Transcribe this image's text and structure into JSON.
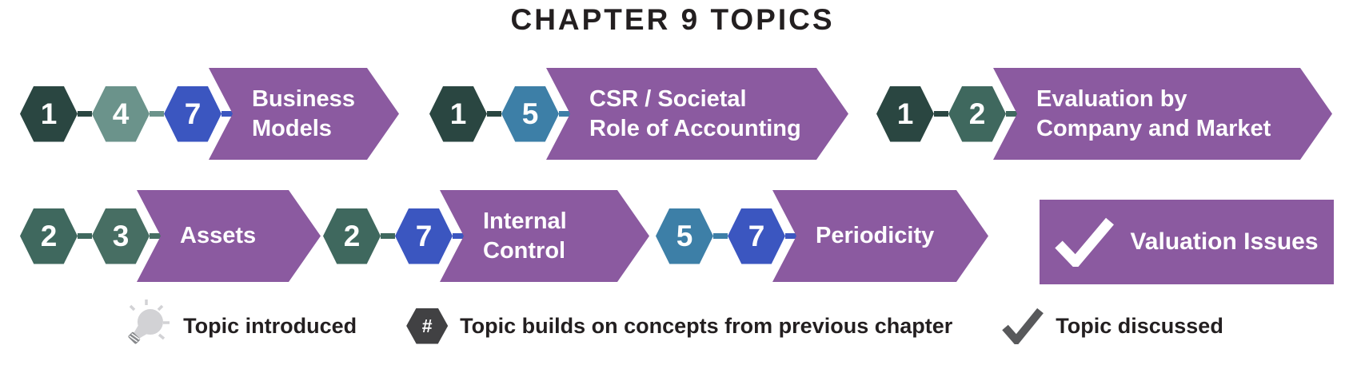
{
  "title": "CHAPTER 9 TOPICS",
  "colors": {
    "purple_banner": "#8b5aa0",
    "hex_dark_teal": "#2a4641",
    "hex_sage": "#6b938b",
    "hex_blue": "#3b56c0",
    "hex_steel_blue": "#3d7fa7",
    "hex_teal": "#3f685e",
    "hex_teal_light": "#476e63",
    "title_text": "#231f20",
    "banner_text": "#ffffff",
    "legend_hex_gray": "#414143",
    "legend_check_gray": "#58595b",
    "bulb_gray": "#d2d2d5",
    "bulb_base_gray": "#87898c"
  },
  "groups": {
    "business_models": {
      "numbers": [
        "1",
        "4",
        "7"
      ],
      "label_lines": [
        "Business",
        "Models"
      ]
    },
    "csr": {
      "numbers": [
        "1",
        "5"
      ],
      "label_lines": [
        "CSR / Societal",
        "Role of Accounting"
      ]
    },
    "evaluation": {
      "numbers": [
        "1",
        "2"
      ],
      "label_lines": [
        "Evaluation by",
        "Company and Market"
      ]
    },
    "assets": {
      "numbers": [
        "2",
        "3"
      ],
      "label_lines": [
        "Assets"
      ]
    },
    "internal_control": {
      "numbers": [
        "2",
        "7"
      ],
      "label_lines": [
        "Internal",
        "Control"
      ]
    },
    "periodicity": {
      "numbers": [
        "5",
        "7"
      ],
      "label_lines": [
        "Periodicity"
      ]
    },
    "valuation_issues": {
      "label": "Valuation Issues"
    }
  },
  "legend": {
    "items": [
      {
        "icon": "lightbulb-icon",
        "label": "Topic introduced"
      },
      {
        "icon": "hex-hash-icon",
        "label": "Topic builds on concepts from previous chapter"
      },
      {
        "icon": "checkmark-icon",
        "label": "Topic discussed"
      }
    ]
  }
}
